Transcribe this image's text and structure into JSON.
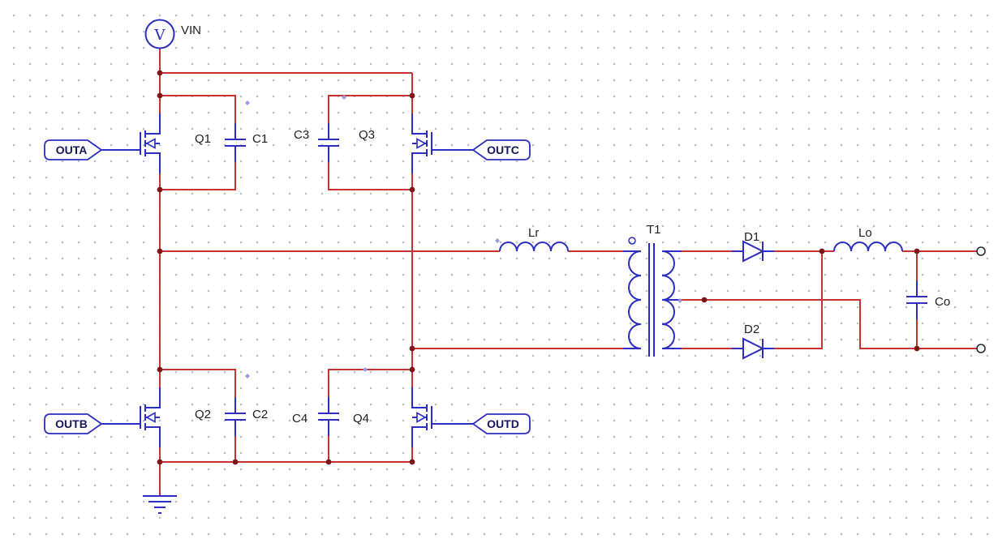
{
  "colors": {
    "bg": "#ffffff",
    "wire": "#c93232",
    "symbol": "#2d2dc2",
    "label": "#1f1f1f",
    "junction": "#7d1616",
    "port_text": "#16165a",
    "grid_dot": "#b9b9cd",
    "marker": "#9a9ade",
    "terminal": "#2b2b2b"
  },
  "source": {
    "symbol_letter": "V",
    "name": "VIN"
  },
  "components": {
    "q1": "Q1",
    "q2": "Q2",
    "q3": "Q3",
    "q4": "Q4",
    "c1": "C1",
    "c2": "C2",
    "c3": "C3",
    "c4": "C4",
    "co": "Co",
    "lr": "Lr",
    "lo": "Lo",
    "t1": "T1",
    "d1": "D1",
    "d2": "D2"
  },
  "ports": {
    "outa": "OUTA",
    "outb": "OUTB",
    "outc": "OUTC",
    "outd": "OUTD"
  }
}
